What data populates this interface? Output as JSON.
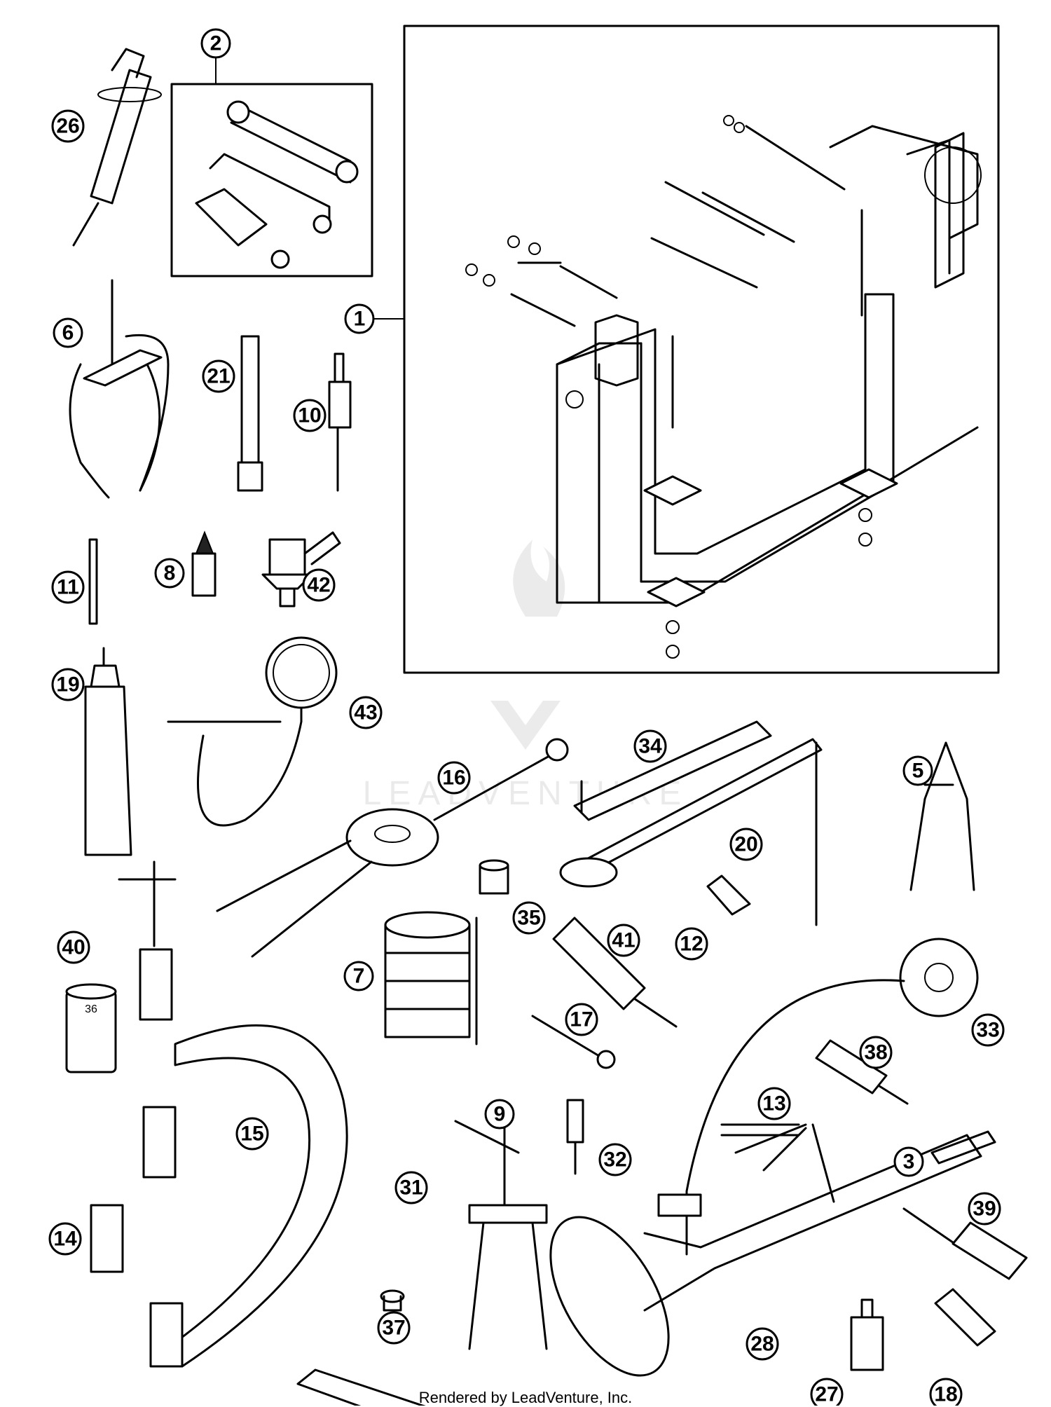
{
  "callouts": {
    "c1": "1",
    "c2": "2",
    "c3": "3",
    "c5": "5",
    "c6": "6",
    "c7": "7",
    "c8": "8",
    "c9": "9",
    "c10": "10",
    "c11": "11",
    "c12": "12",
    "c13": "13",
    "c14": "14",
    "c15": "15",
    "c16": "16",
    "c17": "17",
    "c18": "18",
    "c19": "19",
    "c20": "20",
    "c21": "21",
    "c26": "26",
    "c27": "27",
    "c28": "28",
    "c31": "31",
    "c32": "32",
    "c33": "33",
    "c34": "34",
    "c35": "35",
    "c37": "37",
    "c38": "38",
    "c39": "39",
    "c40": "40",
    "c41": "41",
    "c42": "42",
    "c43": "43"
  },
  "part_labels": {
    "socket_size": "36"
  },
  "watermark": {
    "text": "LEADVENTURE"
  },
  "footer": {
    "text": "Rendered by LeadVenture, Inc."
  }
}
